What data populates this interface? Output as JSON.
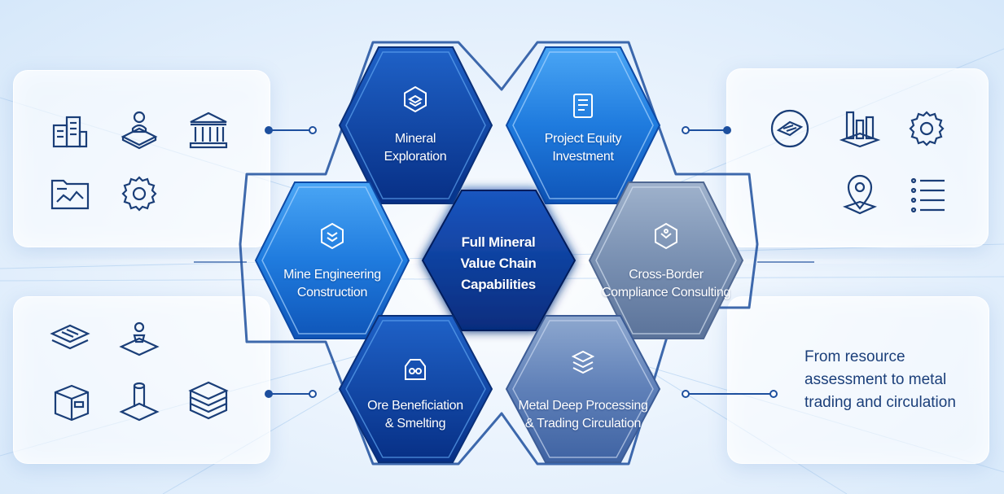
{
  "center": {
    "line1": "Full Mineral",
    "line2": "Value Chain",
    "line3": "Capabilities"
  },
  "capabilities": [
    {
      "line1": "Mineral",
      "line2": "Exploration",
      "icon": "mineral-exploration-icon"
    },
    {
      "line1": "Project Equity",
      "line2": "Investment",
      "icon": "document-icon"
    },
    {
      "line1": "Mine Engineering",
      "line2": "Construction",
      "icon": "shield-check-icon"
    },
    {
      "line1": "Cross-Border",
      "line2": "Compliance Consulting",
      "icon": "shield-badge-icon"
    },
    {
      "line1": "Ore Beneficiation",
      "line2": "& Smelting",
      "icon": "smelting-icon"
    },
    {
      "line1": "Metal Deep Processing",
      "line2": "& Trading Circulation",
      "icon": "stacked-layers-icon"
    }
  ],
  "summary_text": "From resource assessment to metal trading and circulation",
  "panel_icons": {
    "top_left": [
      "buildings-icon",
      "mining-operator-icon",
      "bank-icon",
      "map-folder-icon",
      "gear-icon"
    ],
    "bottom_left": [
      "layers-icon",
      "survey-marker-icon",
      "box-icon",
      "drill-rig-icon",
      "database-icon"
    ],
    "top_right": [
      "ore-sample-icon",
      "bar-chart-3d-icon",
      "gear-icon",
      "location-pin-icon",
      "list-icon"
    ]
  },
  "colors": {
    "hex_blue_dark": "#0b3d9c",
    "hex_blue_bright": "#1e73d8",
    "hex_gray": "#6f86a8",
    "outline": "#1d4f9e",
    "icon_stroke": "#1a3e78",
    "text_dark": "#1b3f7a"
  }
}
